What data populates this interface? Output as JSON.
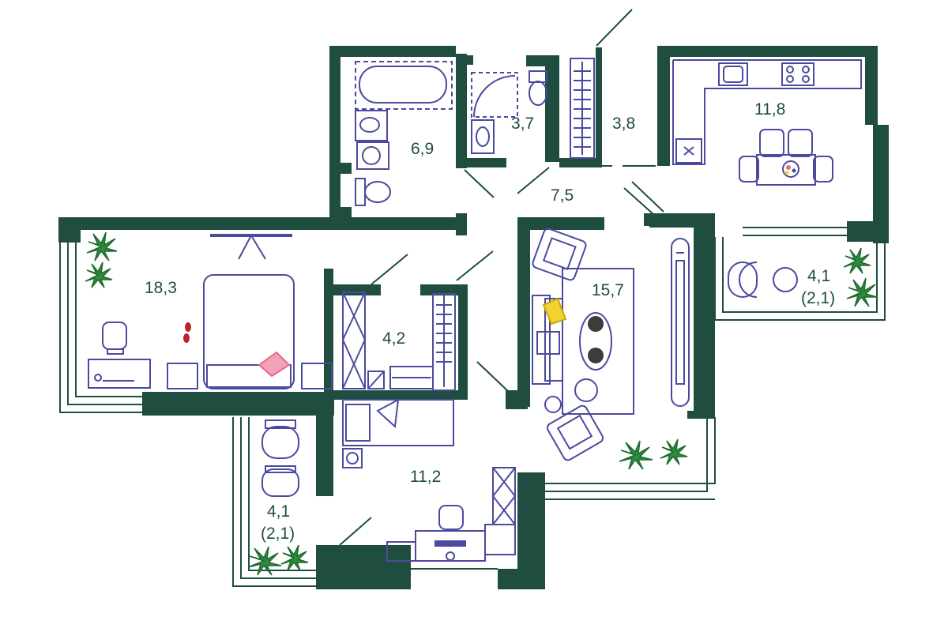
{
  "colors": {
    "wall": "#1f4d3f",
    "furniture": "#4b4a9e",
    "label": "#1f4d3f",
    "plant": "#2e8b3d",
    "accent_pink": "#e46a86",
    "accent_yellow": "#f2d230",
    "accent_red": "#c0202a"
  },
  "rooms": {
    "bathroom": {
      "area": "6,9"
    },
    "toilet": {
      "area": "3,7"
    },
    "wardrobe_hall": {
      "area": "3,8"
    },
    "kitchen": {
      "area": "11,8"
    },
    "hall": {
      "area": "7,5"
    },
    "bedroom": {
      "area": "18,3"
    },
    "closet": {
      "area": "4,2"
    },
    "living_room": {
      "area": "15,7"
    },
    "balcony_right": {
      "area": "4,1",
      "reduced_area": "(2,1)"
    },
    "kids_room": {
      "area": "11,2"
    },
    "balcony_left": {
      "area": "4,1",
      "reduced_area": "(2,1)"
    }
  }
}
